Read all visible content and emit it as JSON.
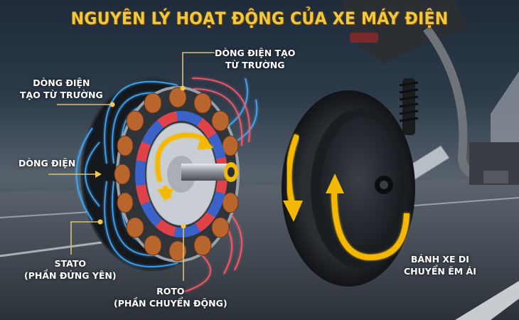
{
  "title": "NGUYÊN LÝ HOẠT ĐỘNG CỦA XE MÁY ĐIỆN",
  "labels": {
    "field_current_left": {
      "line1": "DÒNG ĐIỆN",
      "line2": "TẠO TỪ TRƯỜNG"
    },
    "field_current_top": {
      "line1": "DÒNG ĐIỆN TẠO",
      "line2": "TỪ TRƯỜNG"
    },
    "current": {
      "line1": "DÒNG ĐIỆN"
    },
    "stator": {
      "line1": "STATO",
      "line2": "(PHẦN ĐỨNG YÊN)"
    },
    "rotor": {
      "line1": "ROTO",
      "line2": "(PHẦN CHUYỂN ĐỘNG)"
    },
    "wheel": {
      "line1": "BÁNH XE DI",
      "line2": "CHUYỂN ÊM ÁI"
    }
  },
  "colors": {
    "title": "#f3c73d",
    "accent_yellow": "#f5b800",
    "leader_line": "#d8c27a",
    "field_blue": "#3fa9ff",
    "field_red": "#ff5a6a",
    "coil_copper": "#b8662e",
    "magnet_red": "#e0424a",
    "magnet_blue": "#3a62c8"
  }
}
